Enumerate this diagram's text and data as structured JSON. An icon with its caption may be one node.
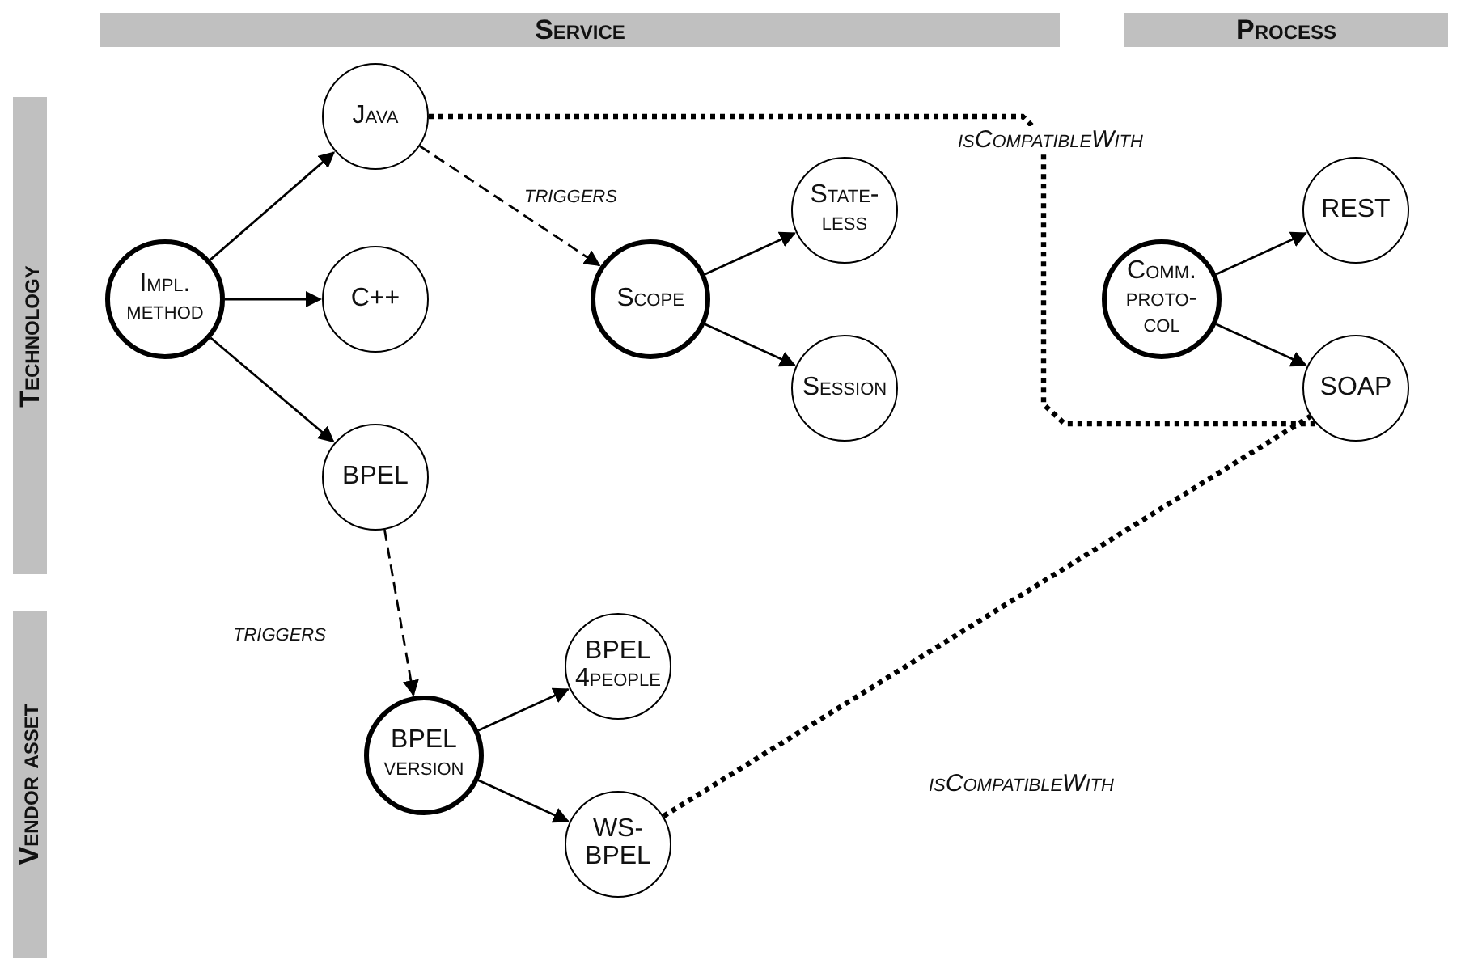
{
  "diagram": {
    "nodes": [
      {
        "text": [
          "Service"
        ]
      },
      {
        "text": [
          "Process"
        ]
      },
      {
        "text": [
          "Technology"
        ]
      },
      {
        "text": [
          "Vendor asset"
        ]
      },
      {
        "text": [
          "Impl. method"
        ]
      },
      {
        "text": [
          "Java"
        ]
      },
      {
        "text": [
          "C++"
        ]
      },
      {
        "text": [
          "BPEL"
        ]
      },
      {
        "text": [
          "Scope"
        ]
      },
      {
        "text": [
          "State-less"
        ]
      },
      {
        "text": [
          "Session"
        ]
      },
      {
        "text": [
          "Comm. proto-col"
        ]
      },
      {
        "text": [
          "REST"
        ]
      },
      {
        "text": [
          "SOAP"
        ]
      },
      {
        "text": [
          "BPEL version"
        ]
      },
      {
        "text": [
          "BPEL 4people"
        ]
      },
      {
        "text": [
          "WS-BPEL"
        ]
      }
    ],
    "edges": [
      {
        "from": 4,
        "to": 5,
        "arrow": "to"
      },
      {
        "from": 4,
        "to": 6,
        "arrow": "to"
      },
      {
        "from": 4,
        "to": 7,
        "arrow": "to"
      },
      {
        "from": 5,
        "to": 8,
        "arrow": "to",
        "label": "triggers",
        "style": "dashed"
      },
      {
        "from": 8,
        "to": 9,
        "arrow": "to"
      },
      {
        "from": 8,
        "to": 10,
        "arrow": "to"
      },
      {
        "from": 11,
        "to": 12,
        "arrow": "to"
      },
      {
        "from": 11,
        "to": 13,
        "arrow": "to"
      },
      {
        "from": 7,
        "to": 14,
        "arrow": "to",
        "label": "triggers",
        "style": "dashed"
      },
      {
        "from": 14,
        "to": 15,
        "arrow": "to"
      },
      {
        "from": 14,
        "to": 16,
        "arrow": "to"
      },
      {
        "from": 5,
        "to": 13,
        "arrow": "none",
        "label": "isCompatibleWith",
        "style": "dashed"
      },
      {
        "from": 16,
        "to": 13,
        "arrow": "none",
        "label": "isCompatibleWith",
        "style": "dashed"
      }
    ]
  }
}
